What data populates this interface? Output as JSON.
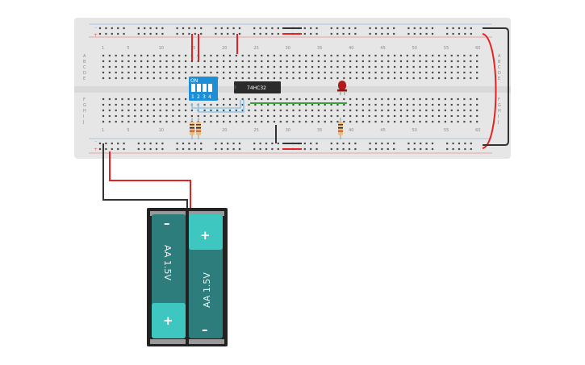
{
  "breadboard": {
    "column_numbers": [
      "1",
      "5",
      "10",
      "15",
      "20",
      "25",
      "30",
      "35",
      "40",
      "45",
      "50",
      "55",
      "60"
    ],
    "row_letters_top": [
      "A",
      "B",
      "C",
      "D",
      "E"
    ],
    "row_letters_bottom": [
      "F",
      "G",
      "H",
      "I",
      "J"
    ],
    "rail_minus": "–",
    "rail_plus": "+"
  },
  "dip_switch": {
    "label": "ON",
    "positions": [
      "1",
      "2",
      "3",
      "4"
    ]
  },
  "ic_chip": {
    "label": "74HC32"
  },
  "battery_pack": {
    "cells": [
      {
        "label": "AA 1.5V",
        "top_sign": "–",
        "bottom_sign": "+"
      },
      {
        "label": "AA 1.5V",
        "top_sign": "+",
        "bottom_sign": "–"
      }
    ]
  },
  "colors": {
    "board": "#e6e6e6",
    "hole": "#4a4a4a",
    "wire_red": "#e52222",
    "wire_black": "#333333",
    "wire_green": "#3aa33a",
    "wire_lightblue": "#8ec7e6",
    "dip_blue": "#1e8fd6",
    "chip_body": "#2b2b2b",
    "led_red": "#b01c1c",
    "battery_teal": "#2e7d7d",
    "battery_light": "#3ec6c0",
    "battery_holder": "#222222"
  }
}
